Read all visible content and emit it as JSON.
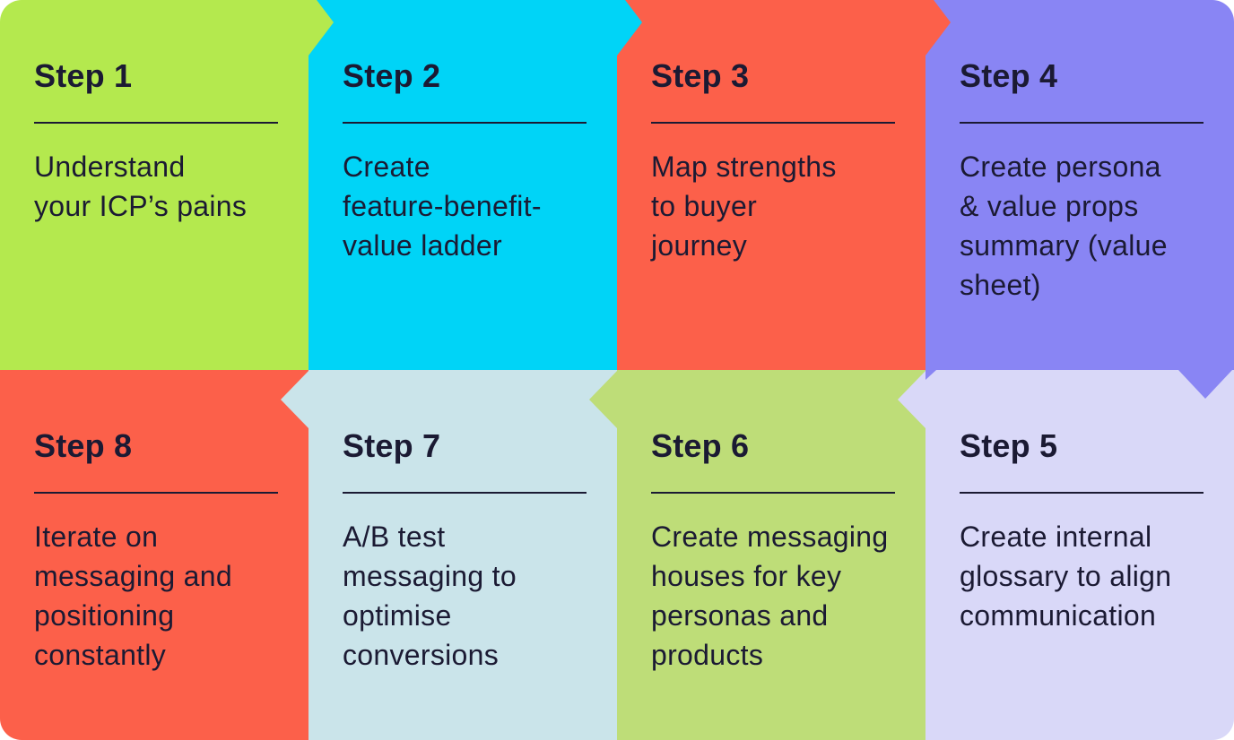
{
  "diagram_title": "8-step messaging process flow",
  "palette": {
    "canvas_background": "#ffffff",
    "text": "#1b1a33",
    "divider": "#1b1a33"
  },
  "steps": [
    {
      "label": "Step 1",
      "description": "Understand\nyour ICP’s pains",
      "color": "#b4e94e"
    },
    {
      "label": "Step 2",
      "description": "Create\nfeature-benefit-\nvalue ladder",
      "color": "#00d4f7"
    },
    {
      "label": "Step 3",
      "description": "Map strengths\nto buyer\njourney",
      "color": "#fc604a"
    },
    {
      "label": "Step 4",
      "description": "Create persona\n& value props\nsummary (value\nsheet)",
      "color": "#8985f4"
    },
    {
      "label": "Step 5",
      "description": "Create internal\nglossary to align\ncommunication",
      "color": "#d9d8f8"
    },
    {
      "label": "Step 6",
      "description": "Create messaging\nhouses for key\npersonas and\nproducts",
      "color": "#bedd78"
    },
    {
      "label": "Step 7",
      "description": "A/B test\nmessaging to\noptimise\nconversions",
      "color": "#cae4ea"
    },
    {
      "label": "Step 8",
      "description": "Iterate on\nmessaging and\npositioning\nconstantly",
      "color": "#fc604a"
    }
  ]
}
